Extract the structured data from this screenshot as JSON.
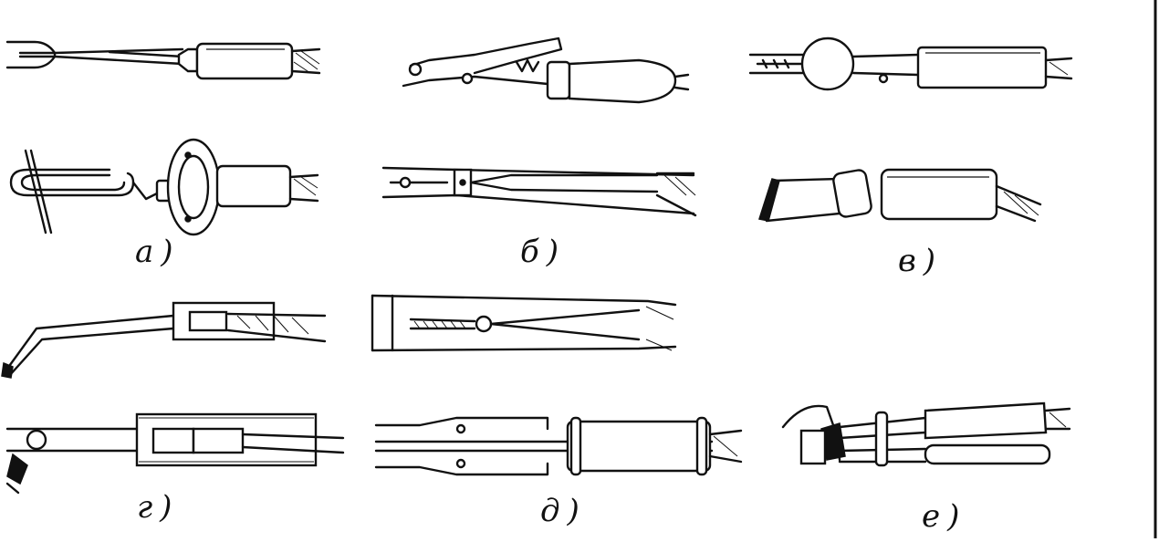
{
  "figure": {
    "captions": {
      "a": "а)",
      "b": "б)",
      "v": "в)",
      "g": "г)",
      "d": "д)",
      "e": "е)"
    }
  }
}
